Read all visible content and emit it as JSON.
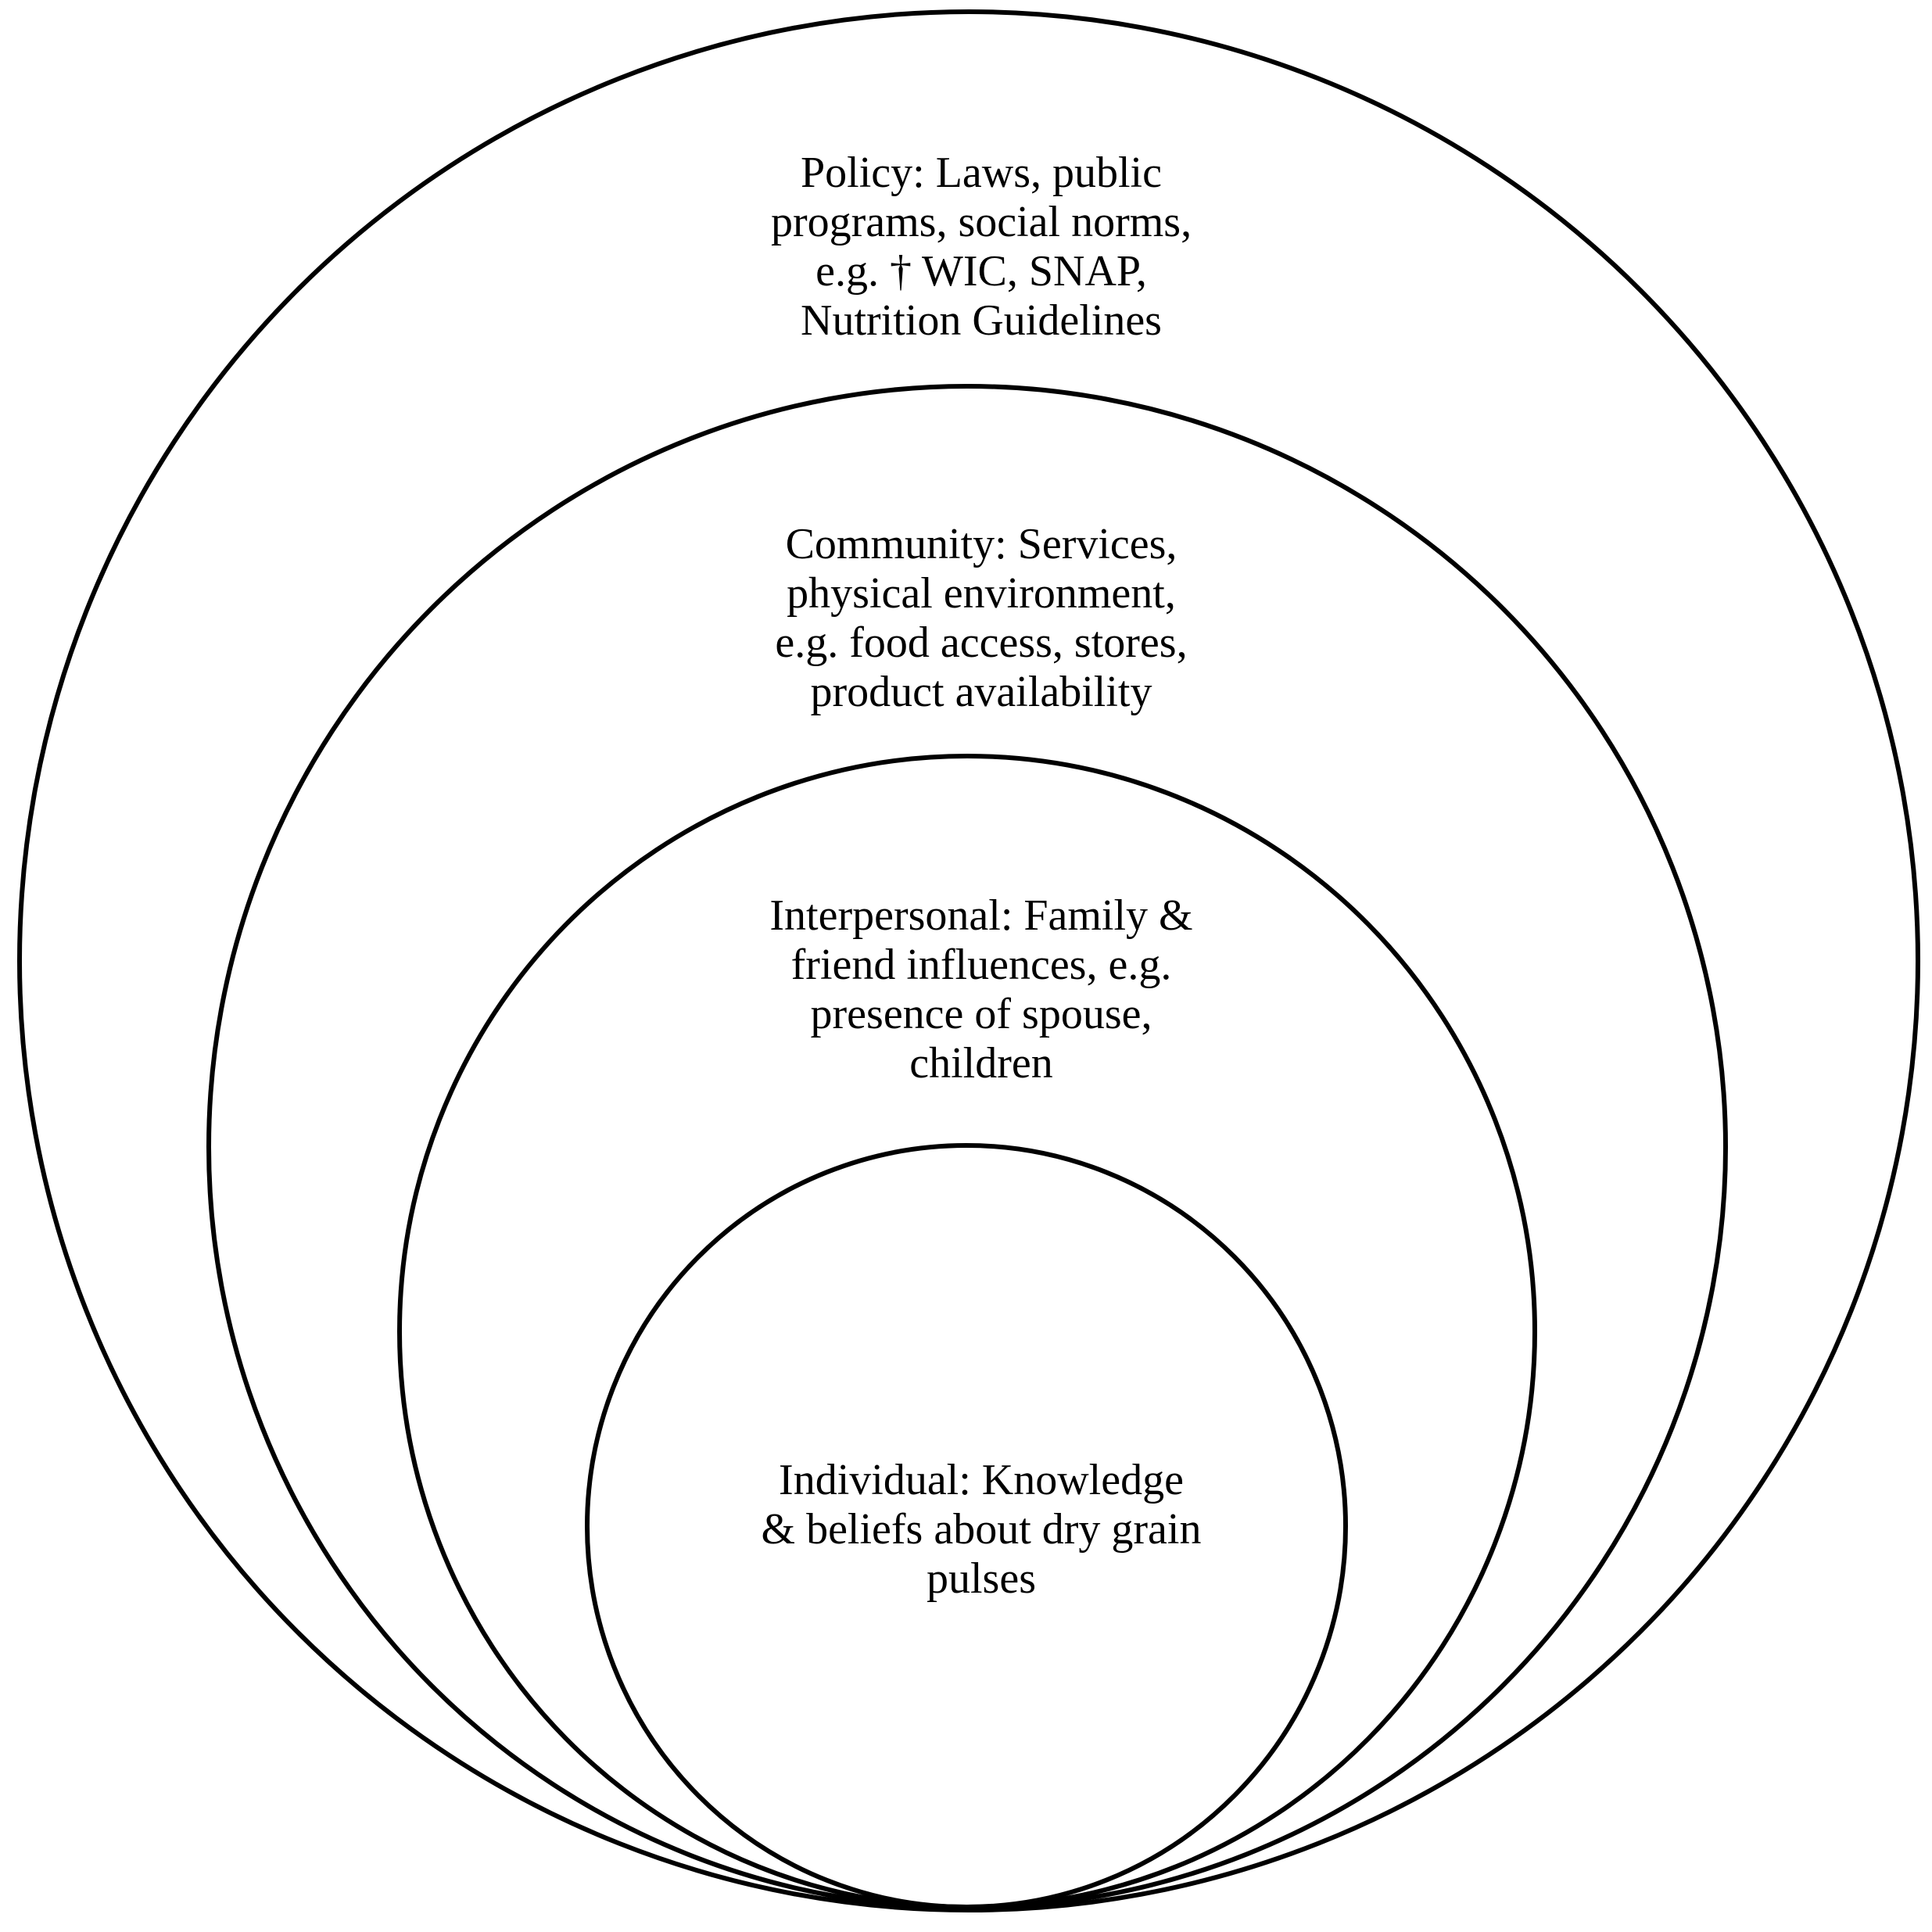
{
  "diagram": {
    "levels": [
      {
        "key": "policy",
        "label": "Policy: Laws, public\nprograms, social norms,\ne.g. † WIC, SNAP,\nNutrition Guidelines"
      },
      {
        "key": "community",
        "label": "Community: Services,\nphysical environment,\ne.g. food access, stores,\nproduct availability"
      },
      {
        "key": "interpersonal",
        "label": "Interpersonal: Family &\nfriend influences, e.g.\npresence of spouse,\nchildren"
      },
      {
        "key": "individual",
        "label": "Individual: Knowledge\n& beliefs about dry grain\npulses"
      }
    ]
  }
}
